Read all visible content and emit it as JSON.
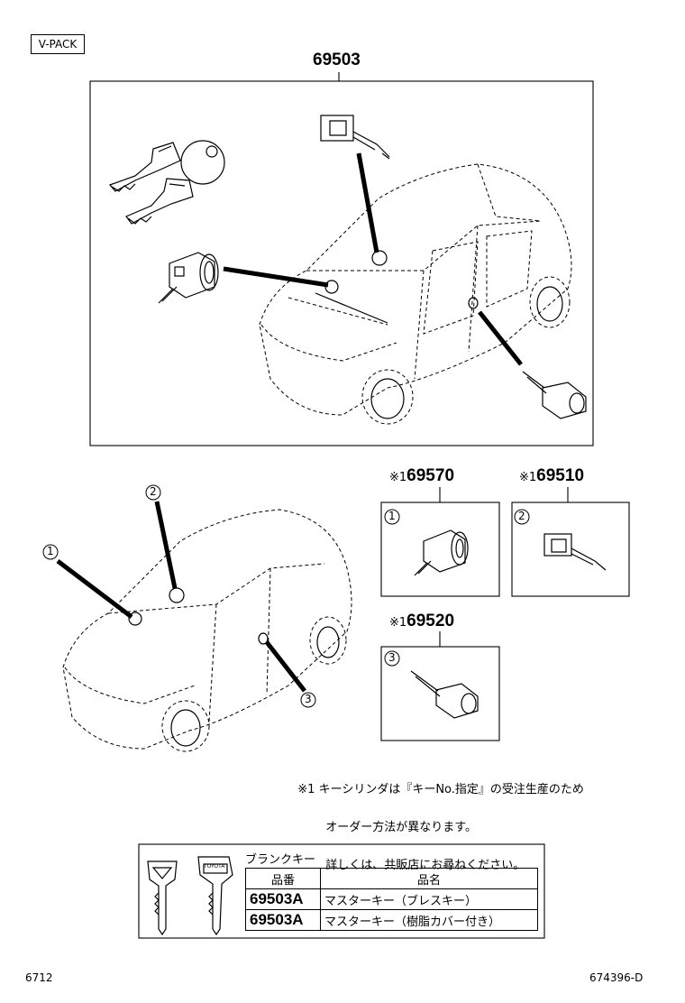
{
  "pack_tag": "V-PACK",
  "main": {
    "part_no": "69503"
  },
  "parts": [
    {
      "prefix": "※1",
      "no": "69570",
      "badge": "1"
    },
    {
      "prefix": "※1",
      "no": "69510",
      "badge": "2"
    },
    {
      "prefix": "※1",
      "no": "69520",
      "badge": "3"
    }
  ],
  "callouts": [
    "1",
    "2",
    "3"
  ],
  "note": {
    "mark": "※1",
    "lines": [
      "キーシリンダは『キーNo.指定』の受注生産のため",
      "オーダー方法が異なります。",
      "詳しくは、共販店にお尋ねください。"
    ]
  },
  "blank_key": {
    "title": "ブランクキー",
    "headers": [
      "品番",
      "品名"
    ],
    "rows": [
      {
        "no": "69503A",
        "name": "マスターキー（ブレスキー）"
      },
      {
        "no": "69503A",
        "name": "マスターキー（樹脂カバー付き）"
      }
    ],
    "logo": "TOYOTA"
  },
  "footer": {
    "left": "6712",
    "right": "674396-D"
  }
}
